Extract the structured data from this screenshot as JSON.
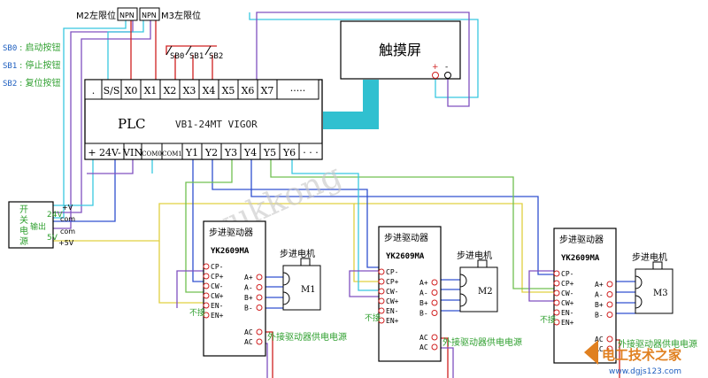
{
  "limits": {
    "m2_label": "M2左限位",
    "m3_label": "M3左限位",
    "npn": "NPN"
  },
  "buttons_legend": [
    {
      "code": "SB0",
      "desc": ": 启动按钮"
    },
    {
      "code": "SB1",
      "desc": ": 停止按钮"
    },
    {
      "code": "SB2",
      "desc": ": 复位按钮"
    }
  ],
  "switch_labels": [
    "SB0",
    "SB1",
    "SB2"
  ],
  "touchscreen": {
    "label": "触摸屏",
    "plus": "+",
    "minus": "-"
  },
  "plc": {
    "name": "PLC",
    "model": "VB1-24MT  VIGOR",
    "top_terminals": [
      ".",
      "S/S",
      "X0",
      "X1",
      "X2",
      "X3",
      "X4",
      "X5",
      "X6",
      "X7",
      "·····"
    ],
    "bottom_terminals": [
      "+ 24V-",
      "VIN",
      "COM0",
      "COM1",
      "Y1",
      "Y2",
      "Y3",
      "Y4",
      "Y5",
      "Y6",
      "· · ·"
    ]
  },
  "power_supply": {
    "title_chars": [
      "开",
      "关",
      "电",
      "源"
    ],
    "output_label": "输出",
    "v24": "24V",
    "v5": "5V",
    "plus_v": "+V",
    "com": "com",
    "com2": "com",
    "plus5": "+5V"
  },
  "watermark": "yukkong",
  "drivers": [
    {
      "title": "步进驱动器",
      "model": "YK2609MA",
      "motor_title": "步进电机",
      "motor_name": "M1",
      "inputs": [
        "CP-",
        "CP+",
        "CW-",
        "CW+",
        "EN-",
        "EN+"
      ],
      "outputs": [
        "A+",
        "A-",
        "B+",
        "B-"
      ],
      "ac": [
        "AC",
        "AC"
      ],
      "unconnected": "不接",
      "power_note": "外接驱动器供电电源"
    },
    {
      "title": "步进驱动器",
      "model": "YK2609MA",
      "motor_title": "步进电机",
      "motor_name": "M2",
      "inputs": [
        "CP-",
        "CP+",
        "CW-",
        "CW+",
        "EN-",
        "EN+"
      ],
      "outputs": [
        "A+",
        "A-",
        "B+",
        "B-"
      ],
      "ac": [
        "AC",
        "AC"
      ],
      "unconnected": "不接",
      "power_note": "外接驱动器供电电源"
    },
    {
      "title": "步进驱动器",
      "model": "YK2609MA",
      "motor_title": "步进电机",
      "motor_name": "M3",
      "inputs": [
        "CP-",
        "CP+",
        "CW-",
        "CW+",
        "EN-",
        "EN+"
      ],
      "outputs": [
        "A+",
        "A-",
        "B+",
        "B-"
      ],
      "ac": [
        "AC",
        "AC"
      ],
      "unconnected": "不接",
      "power_note": "外接驱动器供电电源"
    }
  ],
  "logo": {
    "text": "电工技术之家",
    "url": "www.dgjs123.com"
  },
  "colors": {
    "cyan": "#38c8e0",
    "green": "#70c050",
    "yellow": "#e0d040",
    "blue": "#3050d0",
    "red": "#d02020",
    "purple": "#8050c0",
    "label_blue": "#2060c0",
    "note_green": "#30a030",
    "logo_orange": "#e08020"
  }
}
